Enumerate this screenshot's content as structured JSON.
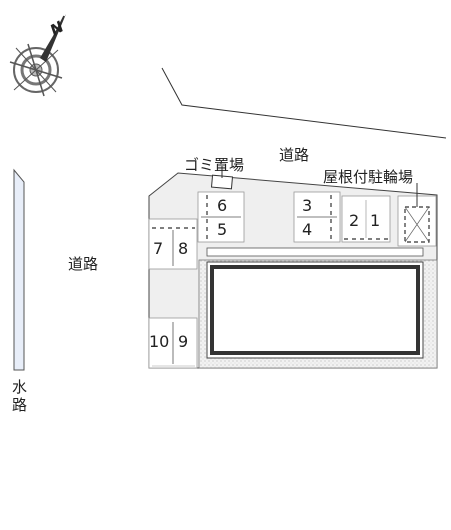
{
  "compass": {
    "north_label": "N"
  },
  "labels": {
    "road_top": "道路",
    "road_left": "道路",
    "garbage": "ゴミ置場",
    "bicycle": "屋根付駐輪場",
    "waterway_1": "水",
    "waterway_2": "路"
  },
  "spaces": [
    "1",
    "2",
    "3",
    "4",
    "5",
    "6",
    "7",
    "8",
    "9",
    "10"
  ]
}
